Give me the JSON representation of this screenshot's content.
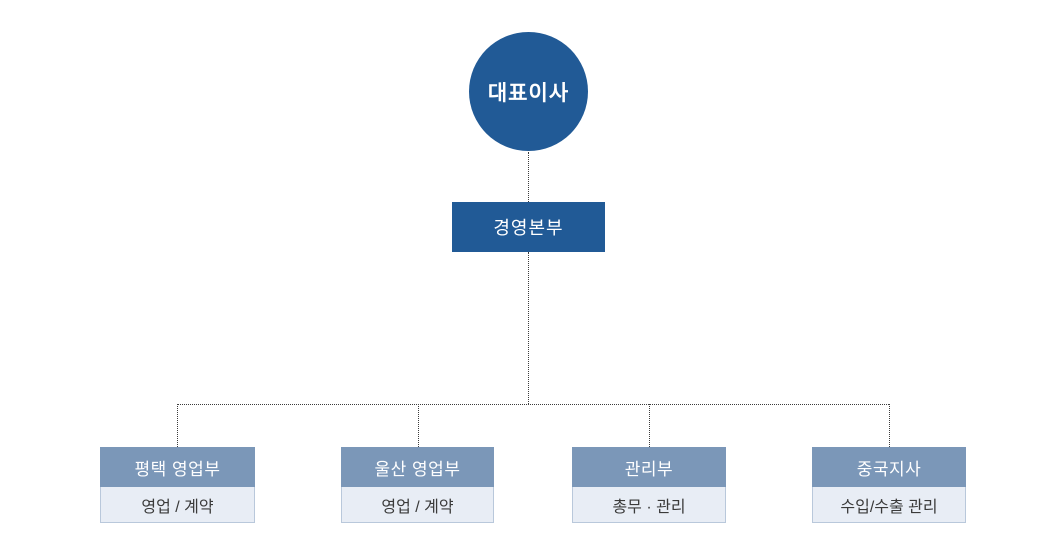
{
  "org_chart": {
    "root": {
      "label": "대표이사"
    },
    "headquarters": {
      "label": "경영본부"
    },
    "departments": [
      {
        "title": "평택 영업부",
        "detail": "영업 / 계약"
      },
      {
        "title": "울산 영업부",
        "detail": "영업 / 계약"
      },
      {
        "title": "관리부",
        "detail": "총무 · 관리"
      },
      {
        "title": "중국지사",
        "detail": "수입/수출 관리"
      }
    ]
  },
  "colors": {
    "primary": "#215a96",
    "dept_header": "#7b97b8",
    "dept_body_bg": "#e8edf5",
    "dept_body_border": "#b9c8db",
    "connector": "#3c3c3c",
    "dept_text": "#3a3a3a"
  }
}
